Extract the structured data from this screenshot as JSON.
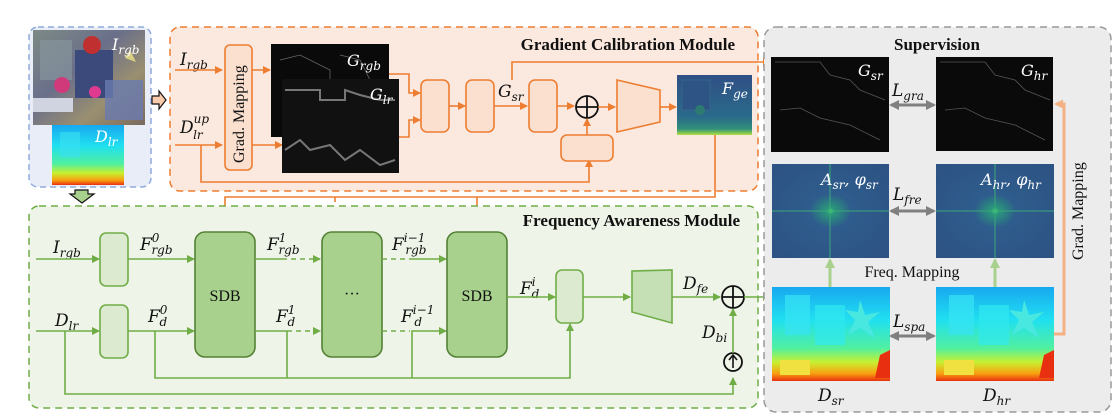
{
  "modules": {
    "gcm_title": "Gradient Calibration Module",
    "fam_title": "Frequency Awareness Module",
    "sup_title": "Supervision"
  },
  "inputs": {
    "rgb": {
      "base": "I",
      "sub": "rgb"
    },
    "depth": {
      "base": "D",
      "sub": "lr"
    }
  },
  "gcm": {
    "in_rgb": {
      "base": "I",
      "sub": "rgb"
    },
    "in_depth": {
      "base": "D",
      "sub": "lr",
      "sup": "up"
    },
    "grad_mapping": "Grad. Mapping",
    "g_rgb": {
      "base": "G",
      "sub": "rgb"
    },
    "g_lr": {
      "base": "G",
      "sub": "lr"
    },
    "g_sr": {
      "base": "G",
      "sub": "sr"
    },
    "f_ge": {
      "base": "F",
      "sub": "ge"
    },
    "plus": "⊕"
  },
  "fam": {
    "in_rgb": {
      "base": "I",
      "sub": "rgb"
    },
    "in_depth": {
      "base": "D",
      "sub": "lr"
    },
    "f_rgb_0": {
      "base": "F",
      "sub": "rgb",
      "sup": "0"
    },
    "f_d_0": {
      "base": "F",
      "sub": "d",
      "sup": "0"
    },
    "f_rgb_1": {
      "base": "F",
      "sub": "rgb",
      "sup": "1"
    },
    "f_d_1": {
      "base": "F",
      "sub": "d",
      "sup": "1"
    },
    "f_rgb_im1": {
      "base": "F",
      "sub": "rgb",
      "sup": "i−1"
    },
    "f_d_im1": {
      "base": "F",
      "sub": "d",
      "sup": "i−1"
    },
    "f_d_i": {
      "base": "F",
      "sub": "d",
      "sup": "i"
    },
    "sdb1": "SDB",
    "ellipsis": "···",
    "sdb2": "SDB",
    "d_fe": {
      "base": "D",
      "sub": "fe"
    },
    "d_bi": {
      "base": "D",
      "sub": "bi"
    },
    "plus": "⊕",
    "up": "↑"
  },
  "supervision": {
    "g_sr": {
      "base": "G",
      "sub": "sr"
    },
    "g_hr": {
      "base": "G",
      "sub": "hr"
    },
    "l_gra": {
      "base": "L",
      "sub": "gra"
    },
    "a_sr": {
      "base": "A",
      "sub": "sr",
      "base2": "φ",
      "sub2": "sr"
    },
    "a_hr": {
      "base": "A",
      "sub": "hr",
      "base2": "φ",
      "sub2": "hr"
    },
    "l_fre": {
      "base": "L",
      "sub": "fre"
    },
    "freq_mapping": "Freq. Mapping",
    "l_spa": {
      "base": "L",
      "sub": "spa"
    },
    "d_sr": {
      "base": "D",
      "sub": "sr"
    },
    "d_hr": {
      "base": "D",
      "sub": "hr"
    },
    "grad_mapping": "Grad. Mapping"
  },
  "colors": {
    "orange": "#ed7d31",
    "green": "#70ad47",
    "blue_dash": "#8faadc",
    "gray_dash": "#999999"
  }
}
